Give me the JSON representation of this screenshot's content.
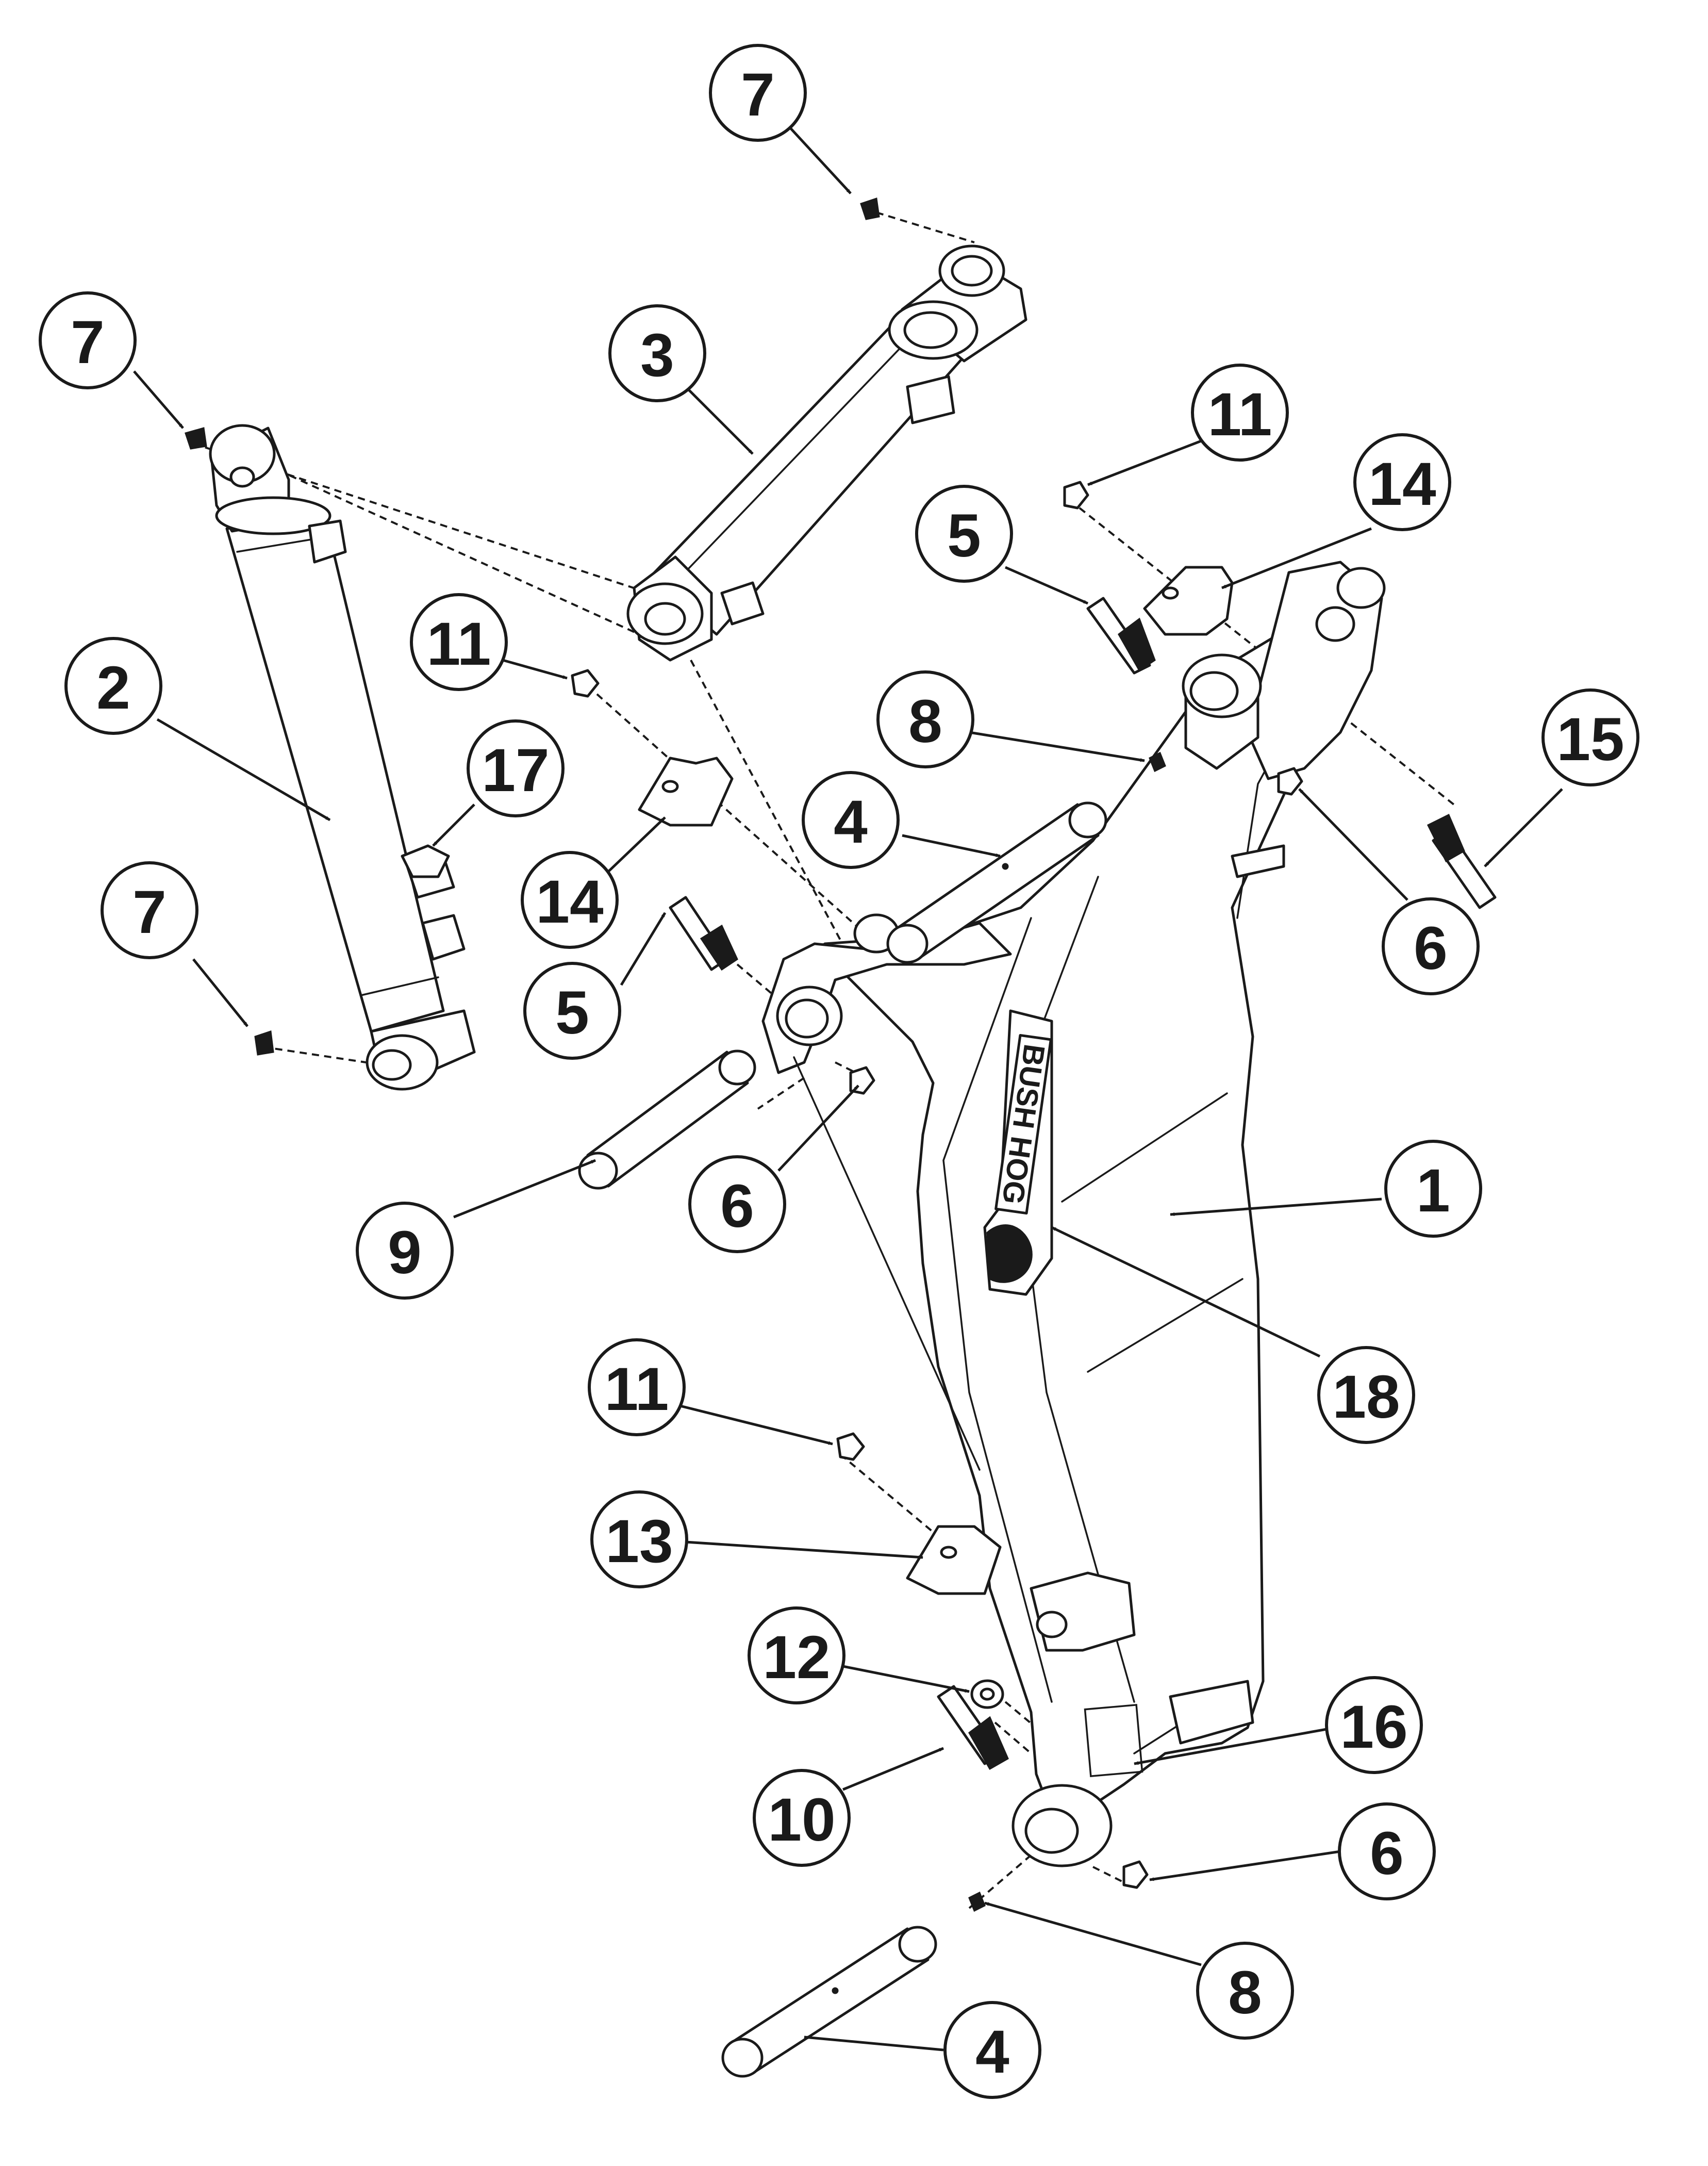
{
  "diagram": {
    "brand_decal_text": "BUSH HOG",
    "colors": {
      "line": "#1a1a1a",
      "background": "#ffffff"
    },
    "callouts": [
      {
        "id": "c7a",
        "label": "7"
      },
      {
        "id": "c7b",
        "label": "7"
      },
      {
        "id": "c3",
        "label": "3"
      },
      {
        "id": "c11a",
        "label": "11"
      },
      {
        "id": "c14a",
        "label": "14"
      },
      {
        "id": "c5a",
        "label": "5"
      },
      {
        "id": "c2",
        "label": "2"
      },
      {
        "id": "c11b",
        "label": "11"
      },
      {
        "id": "c17",
        "label": "17"
      },
      {
        "id": "c8a",
        "label": "8"
      },
      {
        "id": "c15",
        "label": "15"
      },
      {
        "id": "c4a",
        "label": "4"
      },
      {
        "id": "c14b",
        "label": "14"
      },
      {
        "id": "c6a",
        "label": "6"
      },
      {
        "id": "c7c",
        "label": "7"
      },
      {
        "id": "c5b",
        "label": "5"
      },
      {
        "id": "c6b",
        "label": "6"
      },
      {
        "id": "c1",
        "label": "1"
      },
      {
        "id": "c9",
        "label": "9"
      },
      {
        "id": "c18",
        "label": "18"
      },
      {
        "id": "c11c",
        "label": "11"
      },
      {
        "id": "c13",
        "label": "13"
      },
      {
        "id": "c12",
        "label": "12"
      },
      {
        "id": "c16",
        "label": "16"
      },
      {
        "id": "c10",
        "label": "10"
      },
      {
        "id": "c6c",
        "label": "6"
      },
      {
        "id": "c8b",
        "label": "8"
      },
      {
        "id": "c4b",
        "label": "4"
      }
    ]
  }
}
